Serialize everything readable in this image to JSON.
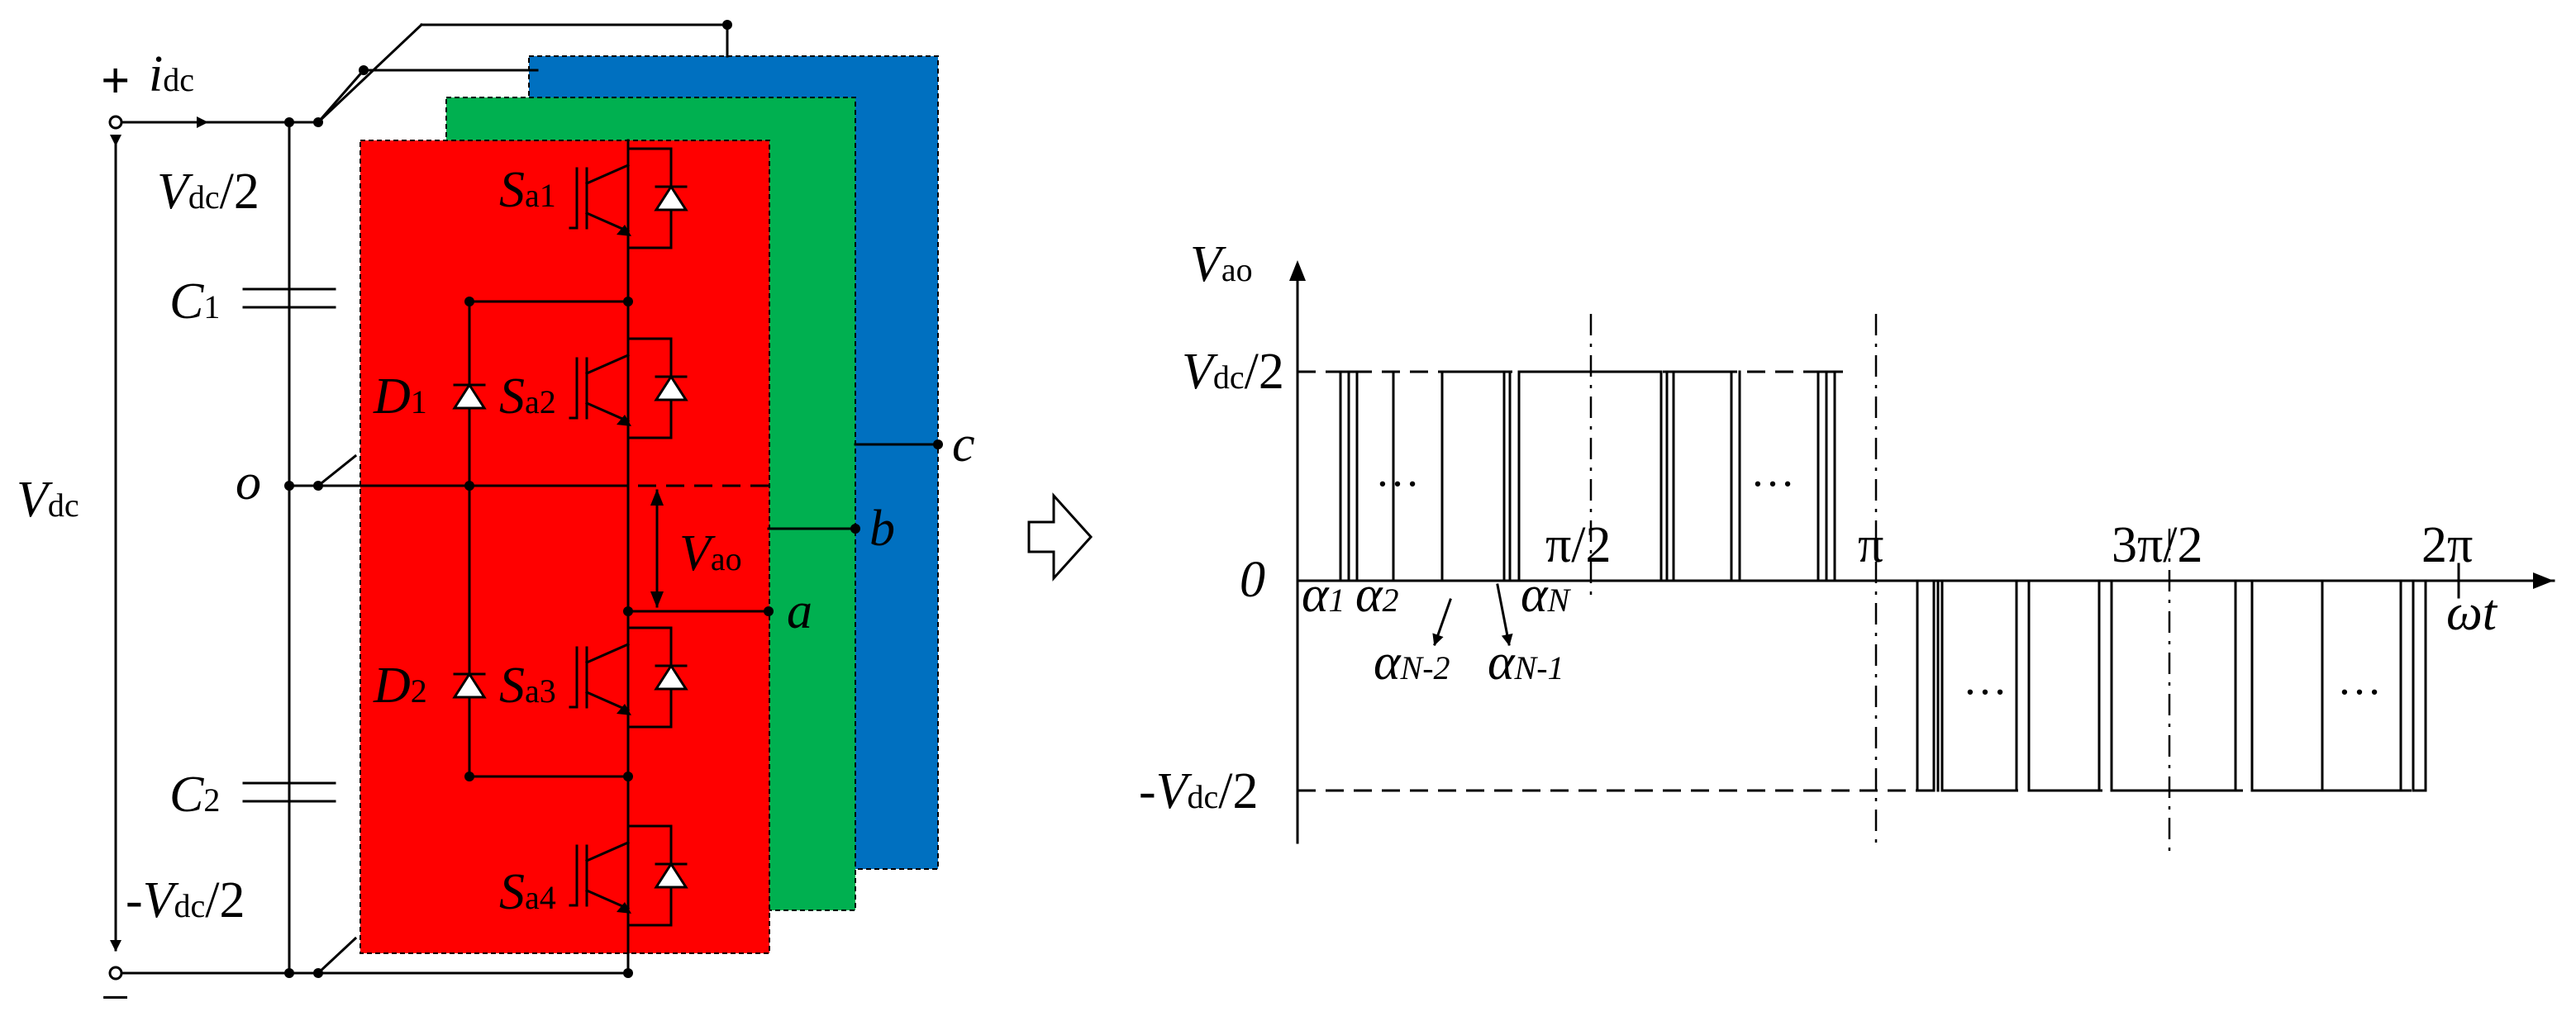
{
  "colors": {
    "phase_a": "#ff0000",
    "phase_b": "#00b050",
    "phase_c": "#0070c0",
    "line": "#000000"
  },
  "circuit": {
    "plus_sign": "+",
    "minus_sign": "−",
    "idc": {
      "sym": "i",
      "sub": "dc"
    },
    "vdc_half_top": {
      "sym": "V",
      "sub": "dc",
      "tail": "/2"
    },
    "vdc": {
      "sym": "V",
      "sub": "dc"
    },
    "vdc_half_bottom": {
      "pre": "-",
      "sym": "V",
      "sub": "dc",
      "tail": "/2"
    },
    "c1": {
      "sym": "C",
      "sub": "1"
    },
    "c2": {
      "sym": "C",
      "sub": "2"
    },
    "node_o": "o",
    "d1": {
      "sym": "D",
      "sub": "1"
    },
    "d2": {
      "sym": "D",
      "sub": "2"
    },
    "sa1": {
      "sym": "S",
      "sub": "a1"
    },
    "sa2": {
      "sym": "S",
      "sub": "a2"
    },
    "sa3": {
      "sym": "S",
      "sub": "a3"
    },
    "sa4": {
      "sym": "S",
      "sub": "a4"
    },
    "vao": {
      "sym": "V",
      "sub": "ao"
    },
    "phase_a_label": "a",
    "phase_b_label": "b",
    "phase_c_label": "c"
  },
  "waveform": {
    "ylabel": {
      "sym": "V",
      "sub": "ao"
    },
    "xlabel": "ωt",
    "zero": "0",
    "top_level": {
      "sym": "V",
      "sub": "dc",
      "tail": "/2"
    },
    "bottom_level": {
      "pre": "-",
      "sym": "V",
      "sub": "dc",
      "tail": "/2"
    },
    "tick_pi_half": "π/2",
    "tick_pi": "π",
    "tick_3pi_half": "3π/2",
    "tick_2pi": "2π",
    "ellipsis": "…",
    "alpha1": {
      "sym": "α",
      "sub": "1"
    },
    "alpha2": {
      "sym": "α",
      "sub": "2"
    },
    "alphaN": {
      "sym": "α",
      "sub": "N"
    },
    "alphaN2": {
      "sym": "α",
      "sub": "N-2"
    },
    "alphaN1": {
      "sym": "α",
      "sub": "N-1"
    }
  }
}
